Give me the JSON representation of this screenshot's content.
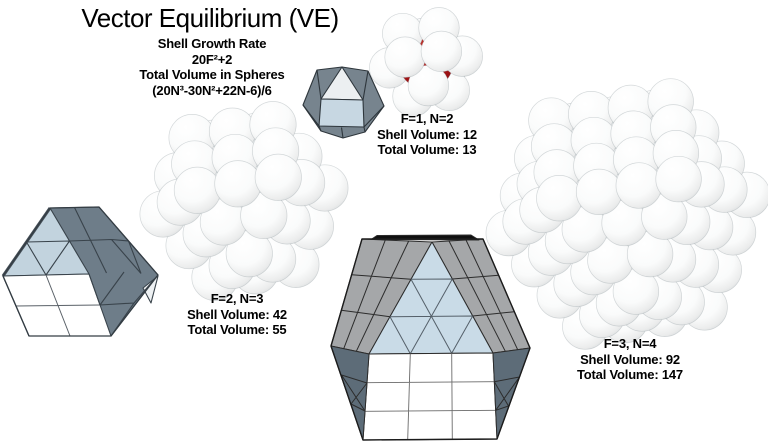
{
  "title": "Vector Equilibrium (VE)",
  "formulas": {
    "shell_growth_heading": "Shell Growth Rate",
    "shell_growth_formula": "20F²+2",
    "total_volume_heading": "Total Volume in Spheres",
    "total_volume_formula": "(20N³-30N²+22N-6)/6"
  },
  "annotations": [
    {
      "heading": "F=1, N=2",
      "shell": "Shell Volume: 12",
      "total": "Total Volume: 13"
    },
    {
      "heading": "F=2, N=3",
      "shell": "Shell Volume: 42",
      "total": "Total Volume: 55"
    },
    {
      "heading": "F=3, N=4",
      "shell": "Shell Volume: 92",
      "total": "Total Volume: 147"
    }
  ],
  "figures": [
    {
      "F": 1,
      "N": 2,
      "shell_volume": 12,
      "total_volume": 13
    },
    {
      "F": 2,
      "N": 3,
      "shell_volume": 42,
      "total_volume": 55
    },
    {
      "F": 3,
      "N": 4,
      "shell_volume": 92,
      "total_volume": 147
    }
  ],
  "colors": {
    "background": "#ffffff",
    "text": "#000000",
    "sphere_white_core": "#ffffff",
    "sphere_white_edge": "#d3d7d9",
    "sphere_red_core": "#c43a31",
    "sphere_red_mid": "#b01515",
    "sphere_red_edge": "#8c0e12",
    "face_light_blue": "#c7d7e2",
    "face_pale_blue": "#c2d3de",
    "face_gray": "#a5a7a9",
    "face_slate": "#6e7d89",
    "face_dark_slate": "#5d6c78",
    "face_white": "#ffffff",
    "face_top_light": "#eceff1",
    "edge": "#2e363c",
    "top_sliver_black": "#101010"
  }
}
